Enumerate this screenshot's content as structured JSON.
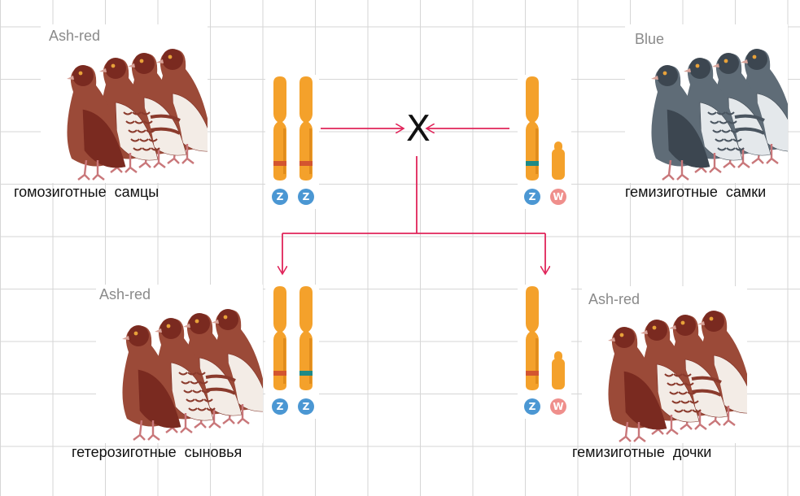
{
  "colors": {
    "chromosome": "#f4a12b",
    "chromosome_shadow": "#e08c1c",
    "band_ash_red": "#d35530",
    "band_blue": "#1e8a86",
    "arrow": "#e0245a",
    "label_z": "#4b97d3",
    "label_w": "#ef8f8c"
  },
  "cross_symbol": "X",
  "parents": {
    "male": {
      "phenotype": "Ash-red",
      "caption": "гомозиготные  самцы",
      "chromosomes": [
        {
          "label": "Z",
          "band": "ash-red"
        },
        {
          "label": "Z",
          "band": "ash-red"
        }
      ]
    },
    "female": {
      "phenotype": "Blue",
      "caption": "гемизиготные  самки",
      "chromosomes": [
        {
          "label": "Z",
          "band": "blue"
        },
        {
          "label": "W",
          "band": "none"
        }
      ]
    }
  },
  "offspring": {
    "sons": {
      "phenotype": "Ash-red",
      "caption": "гетерозиготные  сыновья",
      "chromosomes": [
        {
          "label": "Z",
          "band": "ash-red"
        },
        {
          "label": "Z",
          "band": "blue"
        }
      ]
    },
    "daughters": {
      "phenotype": "Ash-red",
      "caption": "гемизиготные  дочки",
      "chromosomes": [
        {
          "label": "Z",
          "band": "ash-red"
        },
        {
          "label": "W",
          "band": "none"
        }
      ]
    }
  },
  "pigeon_palettes": {
    "ash_red": {
      "dark": "#7a2a20",
      "mid": "#9b4a38",
      "light": "#f3ece6",
      "checker": "#8a3a2c"
    },
    "blue": {
      "dark": "#3c4650",
      "mid": "#5f6c77",
      "light": "#e4e8eb",
      "checker": "#4a5560"
    }
  }
}
